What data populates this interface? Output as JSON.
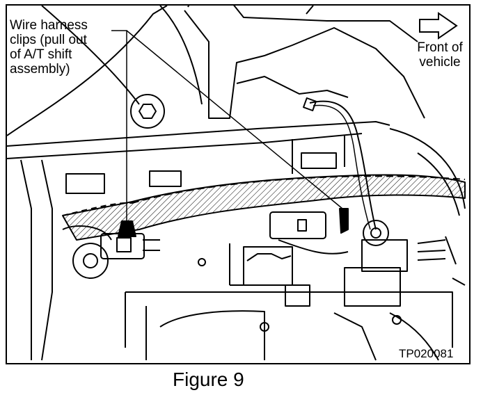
{
  "labels": {
    "callout": "Wire harness\nclips (pull out\nof A/T shift\nassembly)",
    "front": "Front of\nvehicle",
    "code": "TP020081"
  },
  "caption": "Figure 9",
  "colors": {
    "line": "#000000",
    "background": "#ffffff"
  }
}
